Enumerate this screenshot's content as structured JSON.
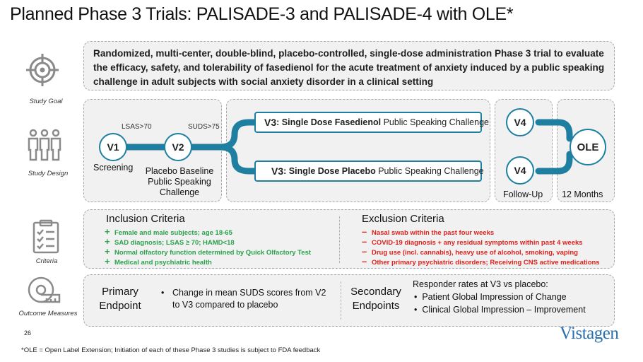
{
  "title": "Planned Phase 3 Trials: PALISADE-3 and PALISADE-4 with OLE*",
  "study_goal": {
    "label": "Study Goal",
    "text": "Randomized, multi-center, double-blind, placebo-controlled, single-dose administration Phase 3 trial to evaluate the efficacy, safety, and tolerability of fasedienol for the acute treatment of anxiety induced by a public speaking challenge in adult subjects with social anxiety disorder in a clinical setting"
  },
  "study_design": {
    "label": "Study Design",
    "v1": "V1",
    "v2": "V2",
    "v1_label": "Screening",
    "v2_label": [
      "Placebo Baseline",
      "Public Speaking",
      "Challenge"
    ],
    "lsas": "LSAS>70",
    "suds": "SUDS>75",
    "arm_active": {
      "visit": "V3",
      "sep": ": ",
      "bold": "Single Dose Fasedienol",
      "rest": " Public Speaking Challenge"
    },
    "arm_placebo": {
      "visit": "V3",
      "sep": ": ",
      "bold": "Single Dose Placebo",
      "rest": " Public Speaking Challenge"
    },
    "v4": "V4",
    "ole": "OLE",
    "followup_label": "Follow-Up",
    "months_label": "12 Months"
  },
  "criteria": {
    "label": "Criteria",
    "inclusion_title": "Inclusion Criteria",
    "inclusion_mark": "+",
    "inclusion": [
      "Female and male subjects; age 18-65",
      "SAD diagnosis; LSAS ≥ 70; HAMD<18",
      "Normal olfactory function determined by Quick Olfactory Test",
      "Medical and psychiatric health"
    ],
    "exclusion_title": "Exclusion Criteria",
    "exclusion_mark": "–",
    "exclusion": [
      "Nasal swab within the past four weeks",
      "COVID-19 diagnosis + any residual symptoms within past 4 weeks",
      "Drug use (incl. cannabis), heavy use of alcohol, smoking, vaping",
      "Other primary psychiatric disorders; Receiving CNS active medications"
    ]
  },
  "outcomes": {
    "label": "Outcome Measures",
    "primary_label": [
      "Primary",
      "Endpoint"
    ],
    "primary_items": [
      "Change in mean SUDS scores from V2 to V3 compared to placebo"
    ],
    "secondary_label": [
      "Secondary",
      "Endpoints"
    ],
    "secondary_intro": "Responder rates at V3 vs placebo:",
    "secondary_items": [
      "Patient Global Impression of Change",
      "Clinical Global Impression – Improvement"
    ]
  },
  "page_number": "26",
  "footnote": "*OLE = Open Label Extension; Initiation of each of these Phase 3 studies is subject to FDA feedback",
  "logo": "Vistagen",
  "colors": {
    "accent": "#1e7fa0",
    "inclusion": "#2aa14b",
    "exclusion": "#e0201c",
    "logo": "#2a6fae"
  }
}
